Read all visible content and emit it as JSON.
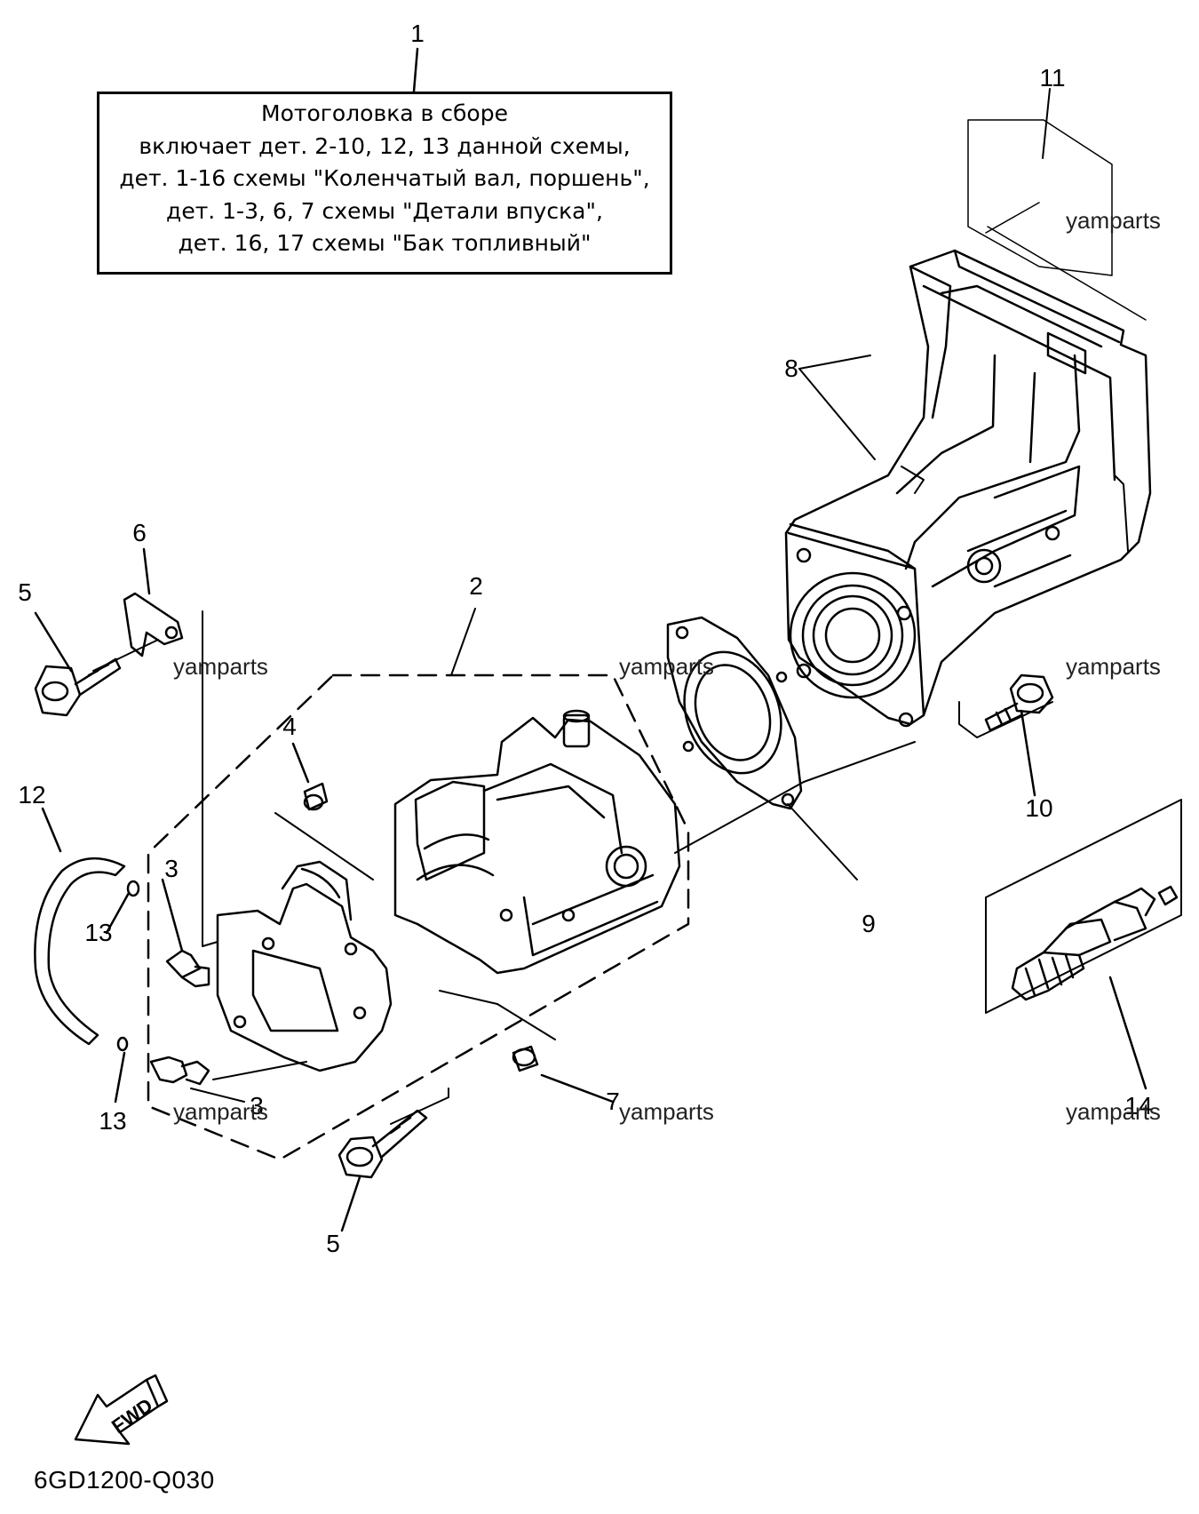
{
  "note": {
    "lines": [
      "Мотоголовка в сборе",
      "включает дет. 2-10, 12, 13 данной схемы,",
      "дет. 1-16 схемы \"Коленчатый вал, поршень\",",
      "дет. 1-3, 6, 7 схемы \"Детали впуска\",",
      "дет. 16, 17 схемы \"Бак топливный\""
    ]
  },
  "callouts": [
    "1",
    "2",
    "3",
    "3",
    "4",
    "5",
    "5",
    "6",
    "7",
    "8",
    "9",
    "10",
    "11",
    "12",
    "13",
    "13",
    "14"
  ],
  "watermark": "yamparts",
  "fwd_label": "FWD",
  "diagram_code": "6GD1200-Q030",
  "parts": {
    "label": "6GD1200-Q030"
  }
}
